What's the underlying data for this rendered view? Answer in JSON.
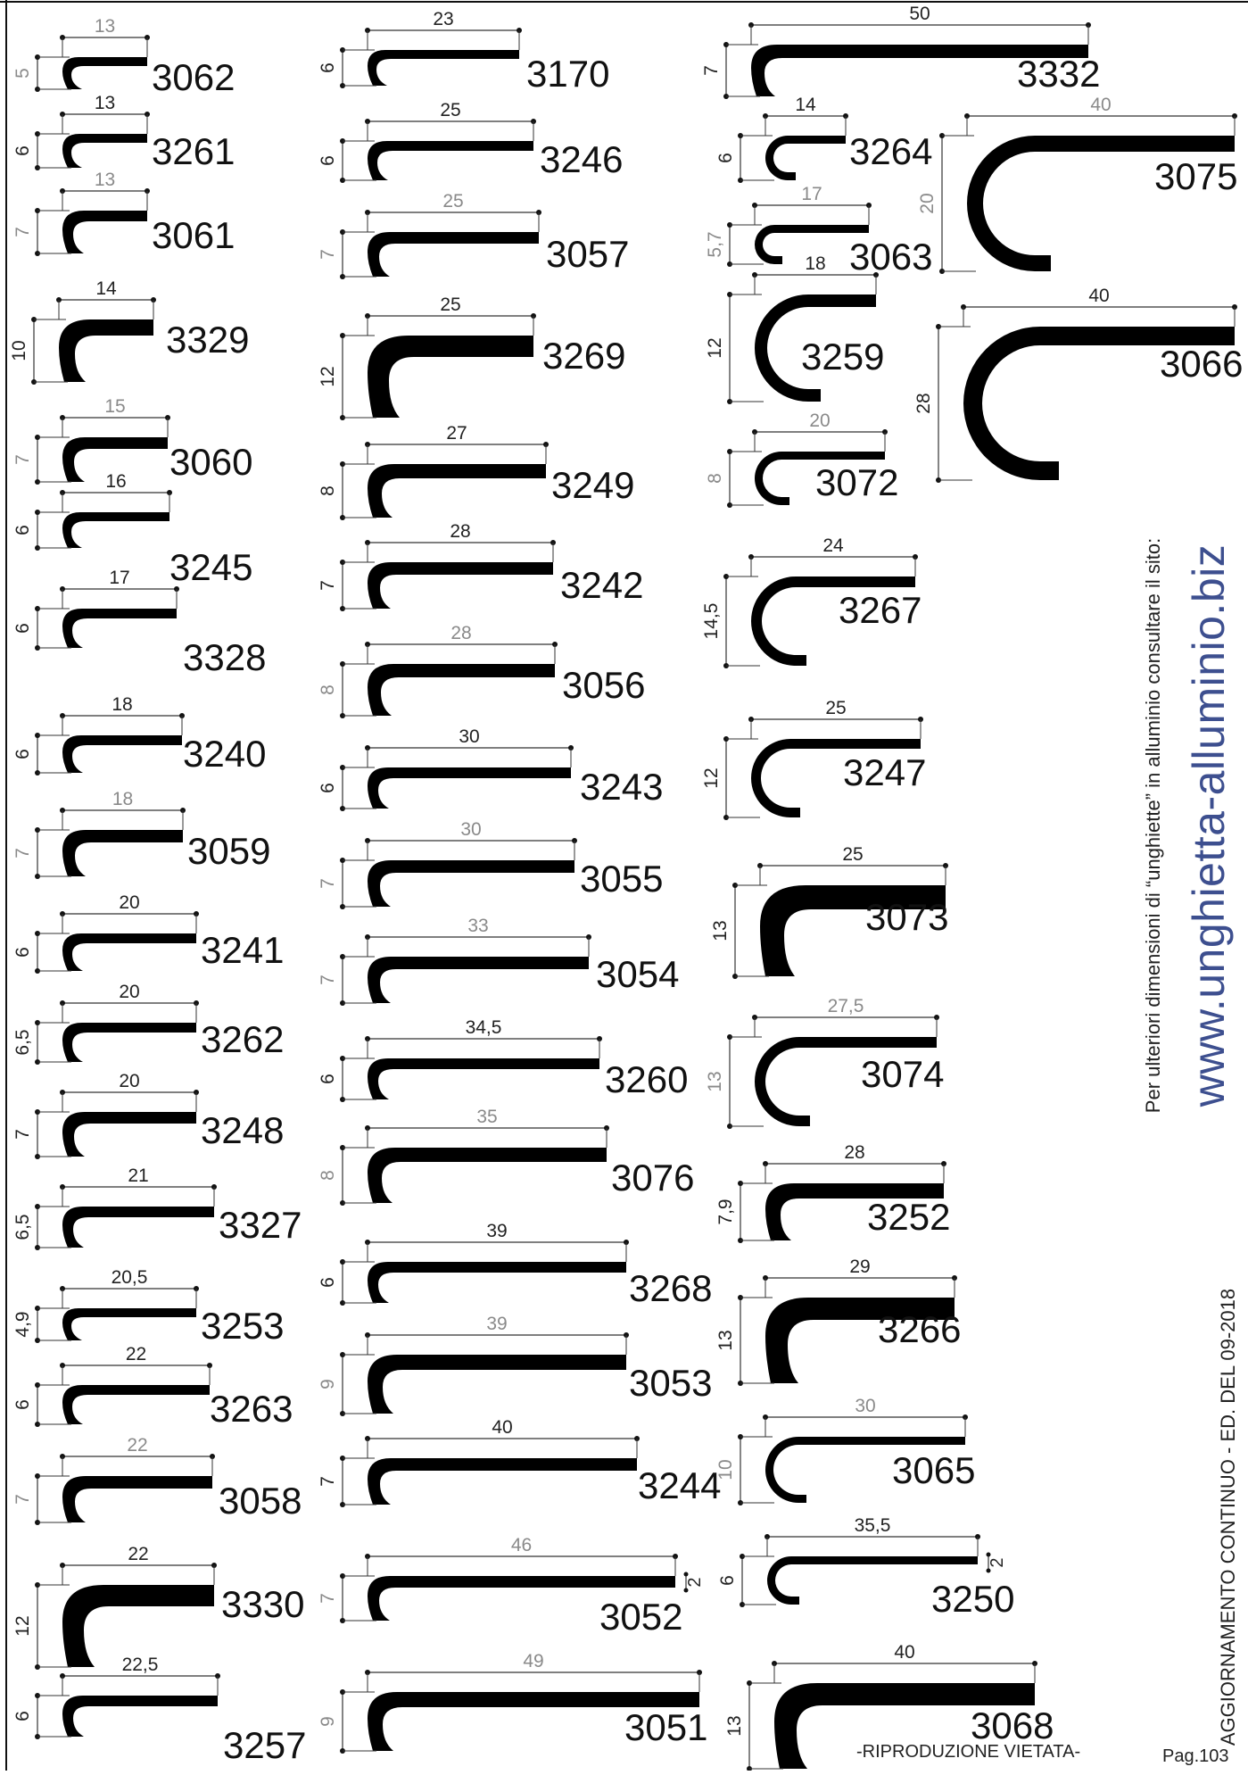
{
  "page": {
    "url": "www.unghietta-alluminio.biz",
    "note": "Per ulteriori dimensioni di “unghiette” in alluminio consultare il sito:",
    "update": "AGGIORNAMENTO CONTINUO - ED. DEL 09-2018",
    "ban": "-RIPRODUZIONE VIETATA-",
    "page_number": "Pag.103"
  },
  "dim_colors": {
    "black": "#222222",
    "gray": "#8a8a8a"
  },
  "profiles": [
    {
      "code": "3062",
      "width": "13",
      "height": "5",
      "gray": true
    },
    {
      "code": "3261",
      "width": "13",
      "height": "6"
    },
    {
      "code": "3061",
      "width": "13",
      "height": "7",
      "gray": true
    },
    {
      "code": "3329",
      "width": "14",
      "height": "10"
    },
    {
      "code": "3060",
      "width": "15",
      "height": "7",
      "gray": true
    },
    {
      "code": "3245",
      "width": "16",
      "height": "6"
    },
    {
      "code": "3328",
      "width": "17",
      "height": "6"
    },
    {
      "code": "3240",
      "width": "18",
      "height": "6"
    },
    {
      "code": "3059",
      "width": "18",
      "height": "7",
      "gray": true
    },
    {
      "code": "3241",
      "width": "20",
      "height": "6"
    },
    {
      "code": "3262",
      "width": "20",
      "height": "6,5"
    },
    {
      "code": "3248",
      "width": "20",
      "height": "7"
    },
    {
      "code": "3327",
      "width": "21",
      "height": "6,5"
    },
    {
      "code": "3253",
      "width": "20,5",
      "height": "4,9"
    },
    {
      "code": "3263",
      "width": "22",
      "height": "6"
    },
    {
      "code": "3058",
      "width": "22",
      "height": "7",
      "gray": true
    },
    {
      "code": "3330",
      "width": "22",
      "height": "12"
    },
    {
      "code": "3257",
      "width": "22,5",
      "height": "6"
    },
    {
      "code": "3170",
      "width": "23",
      "height": "6"
    },
    {
      "code": "3246",
      "width": "25",
      "height": "6"
    },
    {
      "code": "3057",
      "width": "25",
      "height": "7",
      "gray": true
    },
    {
      "code": "3269",
      "width": "25",
      "height": "12"
    },
    {
      "code": "3249",
      "width": "27",
      "height": "8"
    },
    {
      "code": "3242",
      "width": "28",
      "height": "7"
    },
    {
      "code": "3056",
      "width": "28",
      "height": "8",
      "gray": true
    },
    {
      "code": "3243",
      "width": "30",
      "height": "6"
    },
    {
      "code": "3055",
      "width": "30",
      "height": "7",
      "gray": true
    },
    {
      "code": "3054",
      "width": "33",
      "height": "7",
      "gray": true
    },
    {
      "code": "3260",
      "width": "34,5",
      "height": "6"
    },
    {
      "code": "3076",
      "width": "35",
      "height": "8",
      "gray": true
    },
    {
      "code": "3268",
      "width": "39",
      "height": "6"
    },
    {
      "code": "3053",
      "width": "39",
      "height": "9",
      "gray": true
    },
    {
      "code": "3244",
      "width": "40",
      "height": "7"
    },
    {
      "code": "3052",
      "width": "46",
      "height": "7",
      "thickness": "2",
      "gray": true
    },
    {
      "code": "3051",
      "width": "49",
      "height": "9",
      "gray": true
    },
    {
      "code": "3332",
      "width": "50",
      "height": "7"
    },
    {
      "code": "3264",
      "width": "14",
      "height": "6"
    },
    {
      "code": "3063",
      "width": "17",
      "height": "5,7",
      "gray": true
    },
    {
      "code": "3259",
      "width": "18",
      "height": "12"
    },
    {
      "code": "3072",
      "width": "20",
      "height": "8",
      "gray": true
    },
    {
      "code": "3267",
      "width": "24",
      "height": "14,5"
    },
    {
      "code": "3247",
      "width": "25",
      "height": "12"
    },
    {
      "code": "3073",
      "width": "25",
      "height": "13"
    },
    {
      "code": "3074",
      "width": "27,5",
      "height": "13",
      "gray": true
    },
    {
      "code": "3252",
      "width": "28",
      "height": "7,9"
    },
    {
      "code": "3266",
      "width": "29",
      "height": "13"
    },
    {
      "code": "3065",
      "width": "30",
      "height": "10",
      "gray": true
    },
    {
      "code": "3250",
      "width": "35,5",
      "height": "6",
      "thickness": "2"
    },
    {
      "code": "3068",
      "width": "40",
      "height": "13"
    },
    {
      "code": "3075",
      "width": "40",
      "height": "20",
      "gray": true
    },
    {
      "code": "3066",
      "width": "40",
      "height": "28"
    }
  ]
}
